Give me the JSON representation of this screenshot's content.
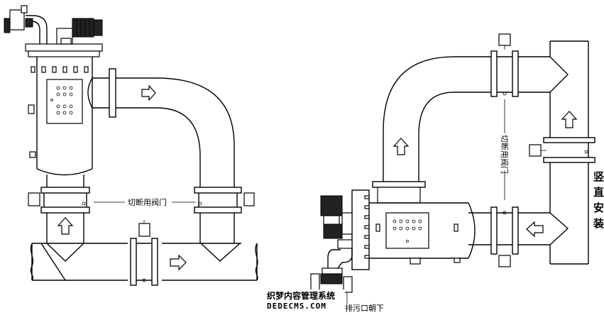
{
  "labels": {
    "cutoff_valve_left": "切断用阀门",
    "cutoff_valve_right": "切断用阀门",
    "vertical_install": [
      "竖",
      "直",
      "安",
      "装"
    ],
    "drain_outlet_down": "排污口朝下"
  },
  "watermark": {
    "line1": "织梦内容管理系统",
    "line2": "DEDECMS.COM"
  },
  "icons": [
    "flow-arrow-icon",
    "motor-icon",
    "valve-icon"
  ]
}
